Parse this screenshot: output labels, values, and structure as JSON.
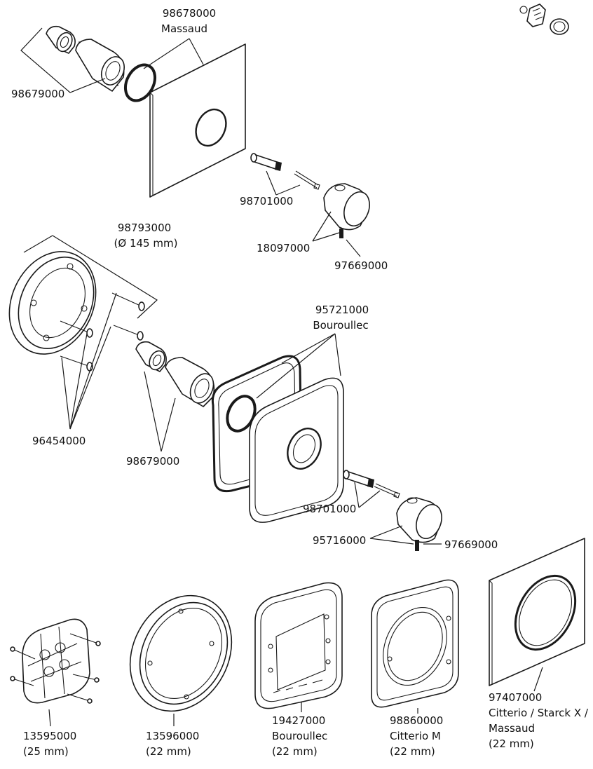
{
  "labels": {
    "massaud_trim_code": "98678000",
    "massaud_trim_name": "Massaud",
    "sleeve_top": "98679000",
    "spindle_top": "98701000",
    "handle_top": "18097000",
    "grub_screw_top": "97669000",
    "baseplate_code": "98793000",
    "baseplate_size": "(Ø 145 mm)",
    "screws": "96454000",
    "sleeve_mid": "98679000",
    "bouroullec_trim_code": "95721000",
    "bouroullec_trim_name": "Bouroullec",
    "spindle_mid": "98701000",
    "handle_mid": "95716000",
    "grub_screw_mid": "97669000"
  },
  "bottom_parts": [
    {
      "code": "13595000",
      "name": "",
      "size": "(25 mm)"
    },
    {
      "code": "13596000",
      "name": "",
      "size": "(22 mm)"
    },
    {
      "code": "19427000",
      "name": "Bouroullec",
      "size": "(22 mm)"
    },
    {
      "code": "98860000",
      "name": "Citterio M",
      "size": "(22 mm)"
    },
    {
      "code": "97407000",
      "name": "Citterio / Starck X /",
      "name2": "Massaud",
      "size": "(22 mm)"
    }
  ]
}
